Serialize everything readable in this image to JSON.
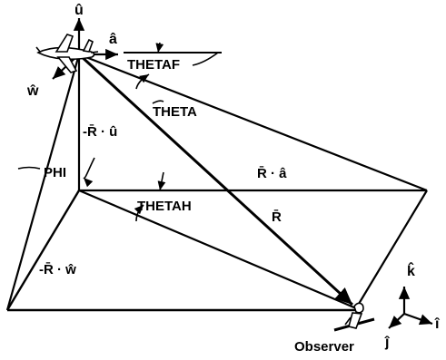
{
  "diagram": {
    "labels": {
      "u_hat": "û",
      "a_hat": "â",
      "w_hat": "ŵ",
      "theta_af": "THETAF",
      "theta": "THETA",
      "r_dot_u": "-R̄ · û",
      "phi": "PHI",
      "r_dot_a": "R̄ · â",
      "theta_h": "THETAH",
      "r": "R̄",
      "r_dot_w": "-R̄ · ŵ",
      "k_hat": "k̂",
      "i_hat": "î",
      "j_hat": "ĵ",
      "observer": "Observer"
    }
  }
}
